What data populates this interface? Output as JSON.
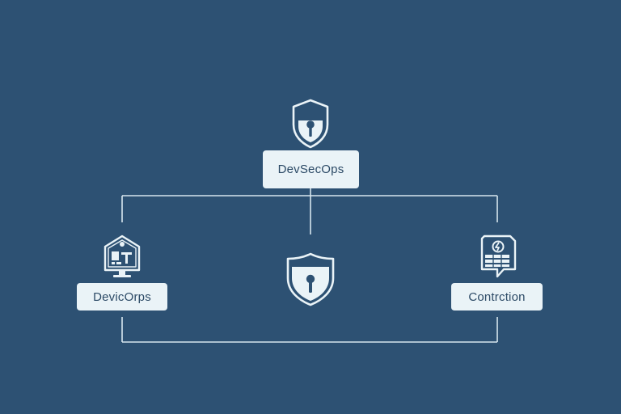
{
  "diagram": {
    "nodes": {
      "top": {
        "label": "DevSecOps",
        "icon": "shield-keyhole-icon"
      },
      "left": {
        "label": "DevicOrps",
        "icon": "monitor-tools-icon"
      },
      "center": {
        "icon": "shield-keyhole-icon"
      },
      "right": {
        "label": "Contrction",
        "icon": "document-server-icon"
      }
    },
    "colors": {
      "background": "#2d5173",
      "line": "#d7e6ee",
      "box": "#eaf3f7",
      "text": "#2c4a66"
    }
  }
}
